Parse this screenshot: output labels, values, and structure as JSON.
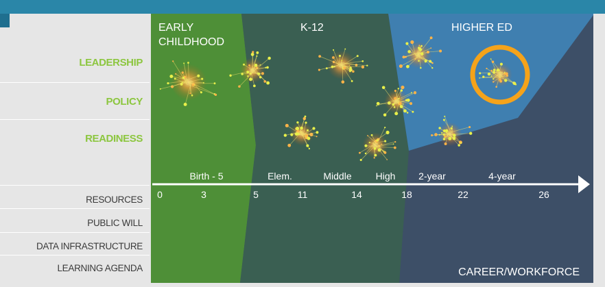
{
  "stages": {
    "early": [
      "EARLY",
      "CHILDHOOD"
    ],
    "k12": "K-12",
    "higher": "HIGHER ED",
    "career": "CAREER/WORKFORCE"
  },
  "rows": {
    "top": [
      "LEADERSHIP",
      "POLICY",
      "READINESS"
    ],
    "bottom": [
      "RESOURCES",
      "PUBLIC WILL",
      "DATA INFRASTRUCTURE",
      "LEARNING AGENDA"
    ]
  },
  "timeline": {
    "segments": [
      "Birth - 5",
      "Elem.",
      "Middle",
      "High",
      "2-year",
      "4-year"
    ],
    "ticks": [
      "0",
      "3",
      "5",
      "11",
      "14",
      "18",
      "22",
      "26"
    ]
  },
  "colors": {
    "early": "#4e8f37",
    "k12": "#3a5f52",
    "higher": "#3f7fb0",
    "career": "#3d4f67",
    "row_label": "#8cc63f",
    "highlight_ring": "#f5a31a"
  }
}
